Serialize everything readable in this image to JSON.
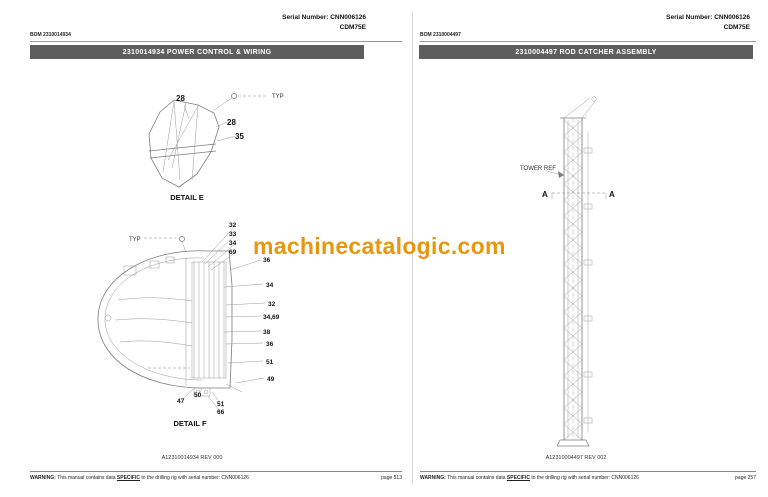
{
  "watermark": {
    "text": "machinecatalogic.com",
    "color": "#E8960B"
  },
  "left_page": {
    "serial": "Serial Number: CNN006126",
    "model": "CDM75E",
    "bom": "BOM 2310014934",
    "title": "2310014934 POWER CONTROL & WIRING",
    "detail_e": {
      "label": "DETAIL E",
      "typ": "TYP",
      "callouts": [
        "28",
        "28",
        "35"
      ]
    },
    "detail_f": {
      "label": "DETAIL F",
      "typ": "TYP",
      "callouts": [
        "32",
        "33",
        "34",
        "69",
        "36",
        "34",
        "32",
        "34,69",
        "38",
        "36",
        "51",
        "49",
        "47",
        "50",
        "51",
        "66"
      ]
    },
    "rev": "A12310014934 REV 000",
    "footer": {
      "warning_label": "WARNING:",
      "warning_pre": "This manual contains data",
      "warning_emph": "SPECIFIC",
      "warning_post": "to the drilling rig with serial number: CNN006126",
      "page": "page 513"
    }
  },
  "right_page": {
    "serial": "Serial Number: CNN006126",
    "model": "CDM75E",
    "bom": "BOM 2310004497",
    "title": "2310004497 ROD CATCHER ASSEMBLY",
    "tower_ref": "TOWER REF",
    "section_marker": "A",
    "rev": "A12310004497 REV 002",
    "footer": {
      "warning_label": "WARNING:",
      "warning_pre": "This manual contains data",
      "warning_emph": "SPECIFIC",
      "warning_post": "to the drilling rig with serial number: CNN006126",
      "page": "page 257"
    }
  }
}
